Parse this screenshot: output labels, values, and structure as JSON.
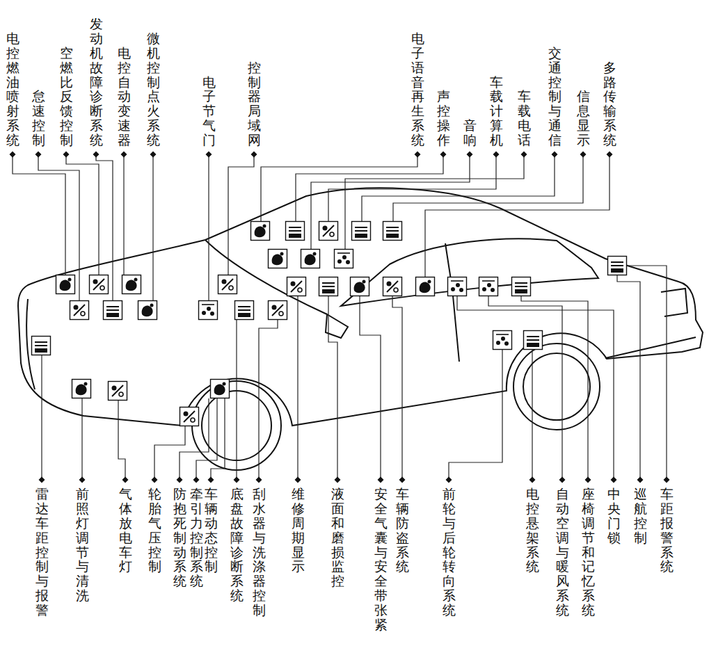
{
  "diagram": {
    "labels": [
      "电控燃油喷射系统",
      "怠速控制",
      "空燃比反馈控制",
      "发动机故障诊断系统",
      "电控自动变速器",
      "微机控制点火系统",
      "电子节气门",
      "控制器局域网",
      "电子语音再生系统",
      "声控操作",
      "音响",
      "车载计算机",
      "车载电话",
      "交通控制与通信",
      "信息显示",
      "多路传输系统",
      "雷达车距控制与报警",
      "前照灯调节与清洗",
      "气体放电车灯",
      "轮胎气压控制",
      "防抱死制动系统",
      "牵引力控制系统",
      "车辆动态控制",
      "底盘故障诊断系统",
      "刮水器与洗涤器控制",
      "维修周期显示",
      "液面和磨损监控",
      "安全气囊与安全带张紧",
      "车辆防盗系统",
      "前轮与后轮转向系统",
      "电控悬架系统",
      "自动空调与暖风系统",
      "座椅调节和记忆系统",
      "中央门锁",
      "巡航控制",
      "车距报警系统"
    ]
  }
}
